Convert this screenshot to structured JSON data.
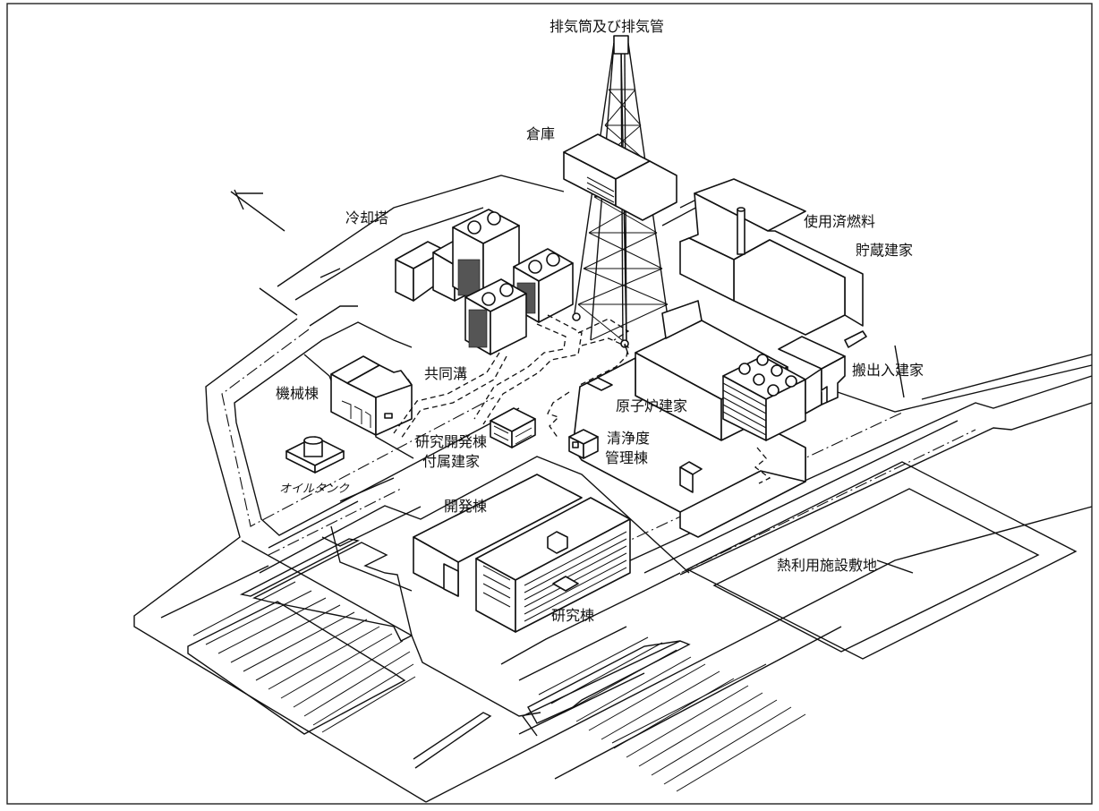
{
  "labels": {
    "stack": "排気筒及び排気管",
    "warehouse": "倉庫",
    "cooling_tower": "冷却塔",
    "spent_fuel_1": "使用済燃料",
    "spent_fuel_2": "貯蔵建家",
    "common_trench": "共同溝",
    "machinery": "機械棟",
    "carry_in_out": "搬出入建家",
    "reactor": "原子炉建家",
    "rd_annex_1": "研究開発棟",
    "rd_annex_2": "付属建家",
    "cleanliness_1": "清浄度",
    "cleanliness_2": "管理棟",
    "oil_tank": "オイルタンク",
    "development": "開発棟",
    "heat_site": "熱利用施設敷地",
    "research": "研究棟"
  }
}
